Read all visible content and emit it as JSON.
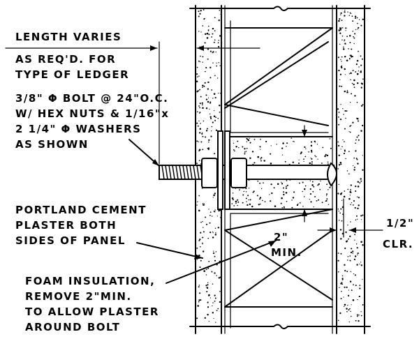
{
  "notes": {
    "length_varies": "LENGTH VARIES",
    "as_reqd_line1": "AS REQ'D. FOR",
    "as_reqd_line2": "TYPE OF LEDGER",
    "bolt_line1": "3/8\" Φ BOLT @ 24\"O.C.",
    "bolt_line2": "W/ HEX NUTS & 1/16\"x",
    "bolt_line3": "2 1/4\" Φ WASHERS",
    "bolt_line4": "AS SHOWN",
    "plaster_line1": "PORTLAND CEMENT",
    "plaster_line2": "PLASTER BOTH",
    "plaster_line3": "SIDES OF PANEL",
    "min_dim": "2\"",
    "min_label": "MIN.",
    "clr_dim": "1/2\"",
    "clr_label": "CLR.",
    "foam_line1": "FOAM INSULATION,",
    "foam_line2": "REMOVE 2\"MIN.",
    "foam_line3": "TO ALLOW PLASTER",
    "foam_line4": "AROUND BOLT"
  }
}
